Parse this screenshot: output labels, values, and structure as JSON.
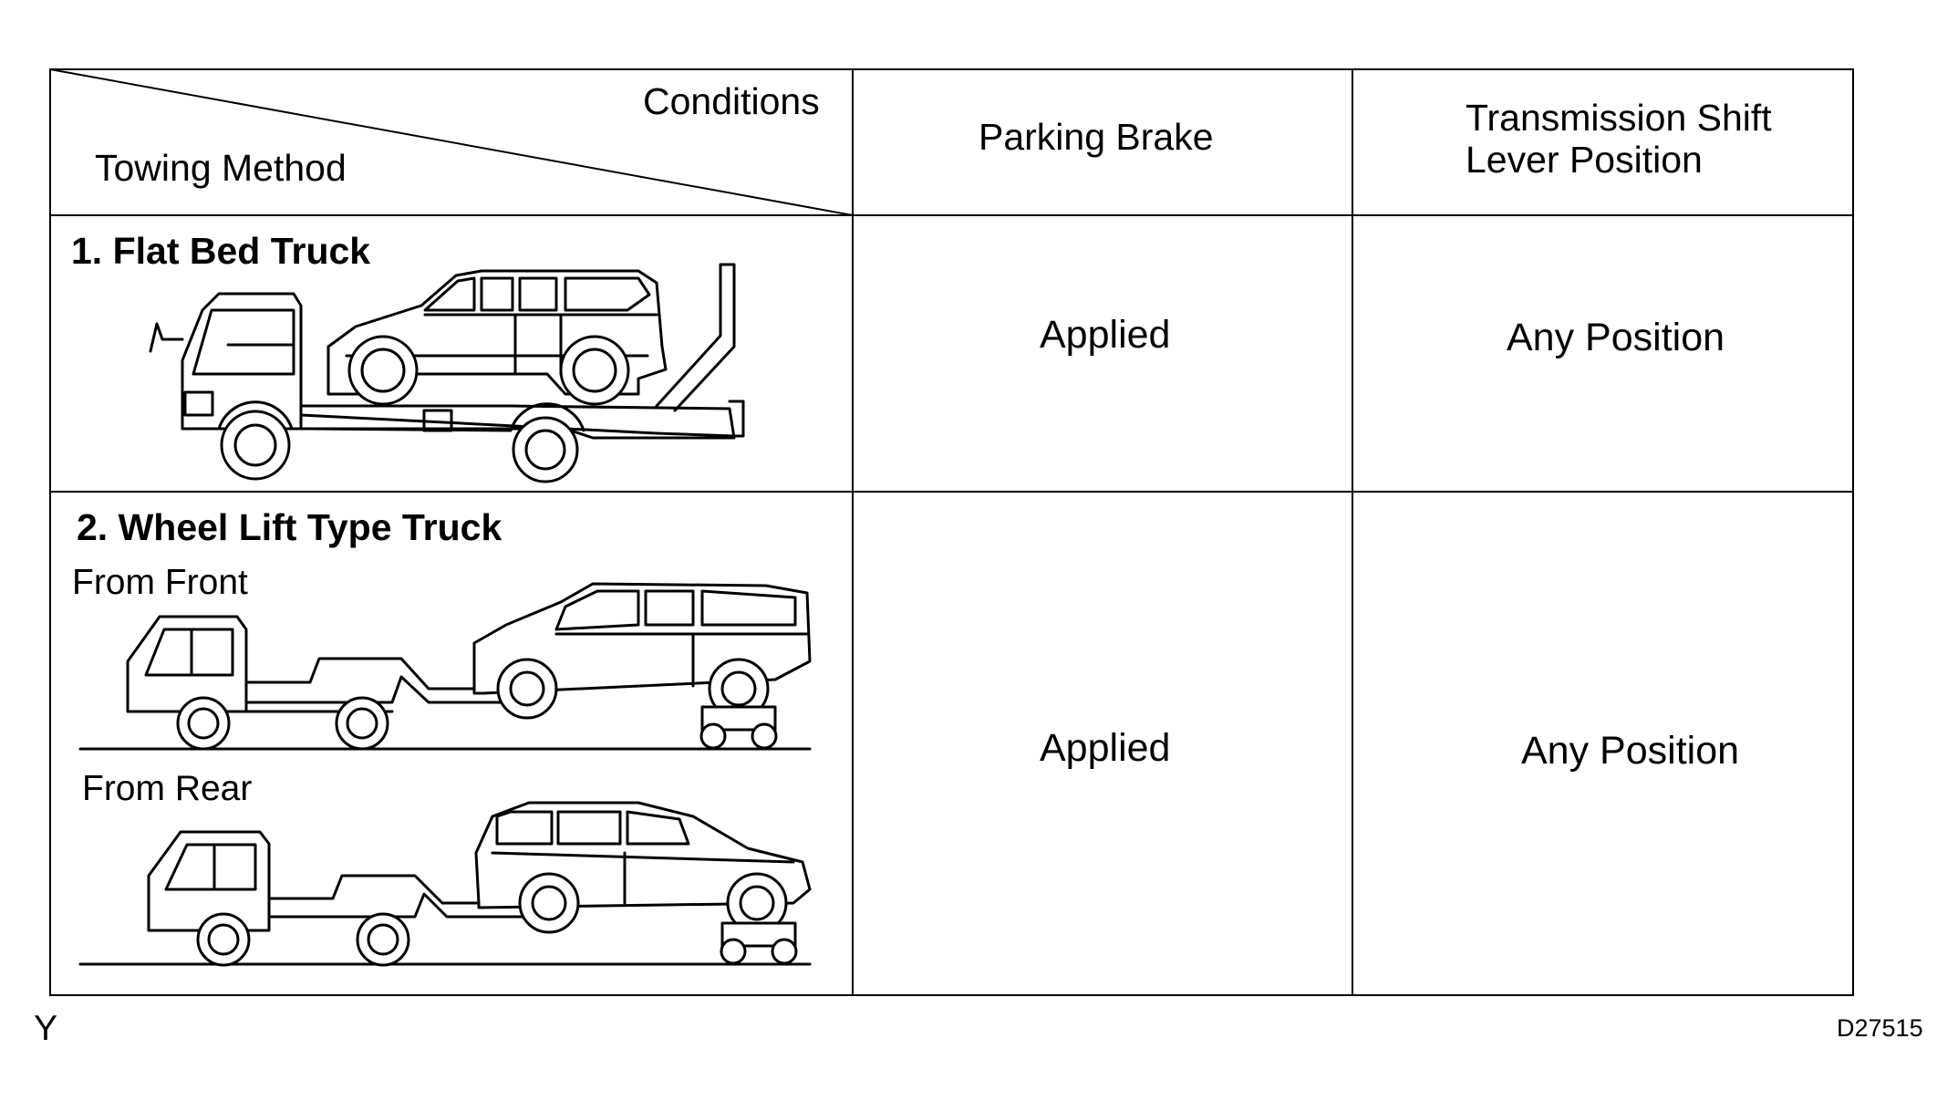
{
  "header": {
    "conditions_label": "Conditions",
    "towing_method_label": "Towing Method",
    "parking_brake_label": "Parking Brake",
    "transmission_label_line1": "Transmission  Shift",
    "transmission_label_line2": "Lever Position"
  },
  "rows": [
    {
      "method_title": "1. Flat Bed Truck",
      "parking_brake": "Applied",
      "shift_lever": "Any Position",
      "illustration": "flat-bed-truck-with-suv"
    },
    {
      "method_title": "2. Wheel Lift Type Truck",
      "sub_front": "From Front",
      "sub_rear": "From Rear",
      "parking_brake": "Applied",
      "shift_lever": "Any Position",
      "illustration": "wheel-lift-truck-with-suv"
    }
  ],
  "footer": {
    "left_code": "Y",
    "figure_id": "D27515"
  }
}
